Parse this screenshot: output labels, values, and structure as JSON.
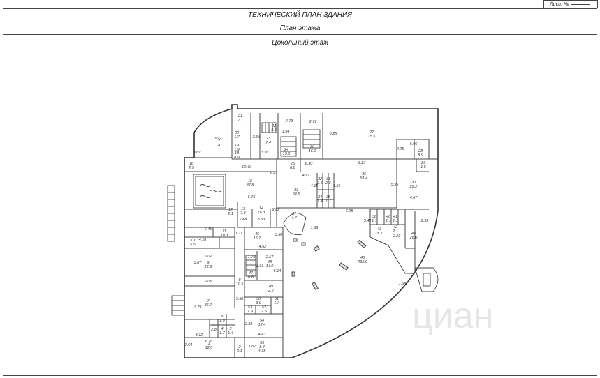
{
  "header": {
    "sheet_label": "Лист №",
    "title": "ТЕХНИЧЕСКИЙ ПЛАН ЗДАНИЯ",
    "subtitle": "План этажа",
    "floor": "Цокольный этаж"
  },
  "watermark": "циан",
  "rooms": [
    {
      "id": "r21",
      "no": "21",
      "area": "7.7"
    },
    {
      "id": "r16",
      "no": "16",
      "area": "2.5"
    },
    {
      "id": "r17",
      "no": "17",
      "area": "14"
    },
    {
      "id": "r19",
      "no": "19",
      "area": "1.9"
    },
    {
      "id": "r20",
      "no": "20",
      "area": "1.7"
    },
    {
      "id": "r18",
      "no": "18",
      "area": "8.9"
    },
    {
      "id": "r22",
      "no": "22",
      "area": "3.9"
    },
    {
      "id": "r23",
      "no": "23",
      "area": "7.4"
    },
    {
      "id": "r24",
      "no": "24",
      "area": "19.6"
    },
    {
      "id": "r26",
      "no": "26",
      "area": "16.0"
    },
    {
      "id": "r27",
      "no": "27",
      "area": "75.5"
    },
    {
      "id": "r28",
      "no": "28",
      "area": "8.9"
    },
    {
      "id": "r29",
      "no": "29",
      "area": "1.5"
    },
    {
      "id": "r15",
      "no": "15",
      "area": "87.8"
    },
    {
      "id": "r25",
      "no": "25",
      "area": "8.8"
    },
    {
      "id": "r32",
      "no": "32",
      "area": "2.6"
    },
    {
      "id": "r31",
      "no": "31",
      "area": "2.5"
    },
    {
      "id": "r36",
      "no": "36",
      "area": "51.4"
    },
    {
      "id": "r30",
      "no": "30",
      "area": "22.2"
    },
    {
      "id": "r33",
      "no": "33",
      "area": "24.5"
    },
    {
      "id": "r34",
      "no": "34",
      "area": "1.4"
    },
    {
      "id": "r35",
      "no": "35",
      "area": "1.7"
    },
    {
      "id": "r12",
      "no": "12",
      "area": "2.1"
    },
    {
      "id": "r13",
      "no": "13",
      "area": "7.4"
    },
    {
      "id": "r14",
      "no": "14",
      "area": "16.3"
    },
    {
      "id": "r37",
      "no": "37",
      "area": "4.7"
    },
    {
      "id": "r38",
      "no": "38",
      "area": "1.1"
    },
    {
      "id": "r40",
      "no": "40",
      "area": "1.1"
    },
    {
      "id": "r41",
      "no": "41",
      "area": "1.1"
    },
    {
      "id": "r42",
      "no": "42",
      "area": "2.1"
    },
    {
      "id": "r43",
      "no": "43",
      "area": "3.3"
    },
    {
      "id": "r44",
      "no": "44",
      "area": "28.0"
    },
    {
      "id": "r11",
      "no": "11",
      "area": "10.3"
    },
    {
      "id": "r10",
      "no": "10",
      "area": "5.5"
    },
    {
      "id": "r46",
      "no": "46",
      "area": "15.7"
    },
    {
      "id": "r9",
      "no": "9",
      "area": "22.9"
    },
    {
      "id": "r48",
      "no": "48",
      "area": "14.0"
    },
    {
      "id": "r47",
      "no": "47",
      "area": "6.6"
    },
    {
      "id": "r45",
      "no": "45",
      "area": "232.9"
    },
    {
      "id": "r8",
      "no": "8",
      "area": "19.5"
    },
    {
      "id": "r49",
      "no": "49",
      "area": "2.2"
    },
    {
      "id": "r7",
      "no": "7",
      "area": "36.7"
    },
    {
      "id": "r50",
      "no": "50",
      "area": "3.9"
    },
    {
      "id": "r51",
      "no": "51",
      "area": "1.7"
    },
    {
      "id": "r52",
      "no": "52",
      "area": "2.5"
    },
    {
      "id": "r53",
      "no": "53",
      "area": "1.9"
    },
    {
      "id": "r6",
      "no": "6",
      "area": "1.9"
    },
    {
      "id": "r5",
      "no": "5",
      "area": "2.8"
    },
    {
      "id": "r4",
      "no": "4",
      "area": "1.7"
    },
    {
      "id": "r3",
      "no": "3",
      "area": "1.4"
    },
    {
      "id": "r54",
      "no": "54",
      "area": "12.4"
    },
    {
      "id": "r1",
      "no": "1",
      "area": "12.0"
    },
    {
      "id": "r2",
      "no": "2",
      "area": "2.1"
    },
    {
      "id": "r55",
      "no": "55",
      "area": "8.4"
    }
  ],
  "dimensions": [
    "2.71",
    "2.73",
    "6.25",
    "6.06",
    "3.69",
    "3.20",
    "6.30",
    "2.25",
    "10.40",
    "9.23",
    "5.95",
    "4.67",
    "6.75",
    "4.91",
    "4.56",
    "4.15",
    "6.28",
    "6.42",
    "2.48",
    "3.53",
    "2.82",
    "3.42",
    "1.69",
    "6.45",
    "1.11",
    "2.23",
    "2.93",
    "4.18",
    "4.62",
    "3.50",
    "6.02",
    "1.78",
    "2.57",
    "3.87",
    "3.91",
    "5.14",
    "6.05",
    "1.64",
    "3.58",
    "7.79",
    "2.83",
    "3.12",
    "6.16",
    "4.43",
    "2.04",
    "1.67",
    "4.38",
    "3.92",
    "1.94",
    "2.64"
  ]
}
